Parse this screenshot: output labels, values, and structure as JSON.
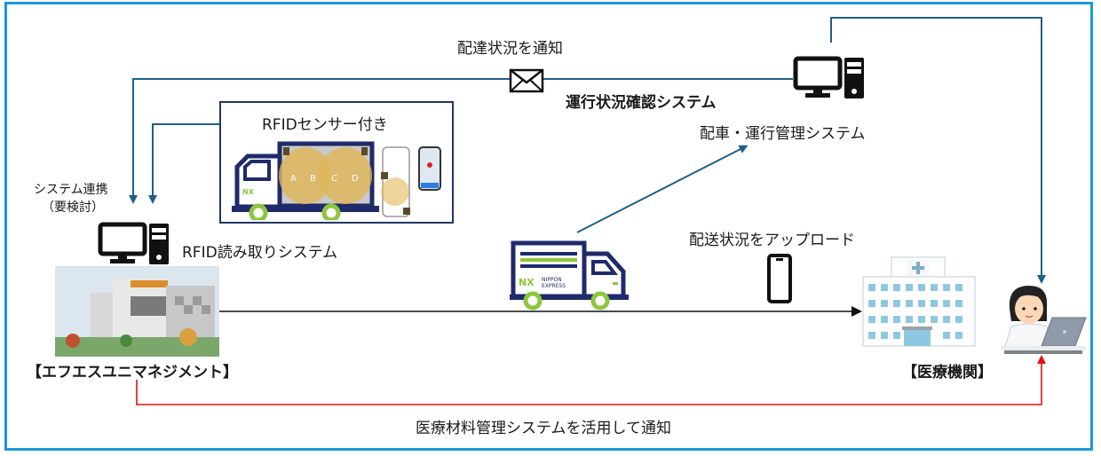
{
  "diagram": {
    "title_labels": {
      "delivery_notice": "配達状況を通知",
      "operation_status_system": "運行状況確認システム",
      "dispatch_system": "配車・運行管理システム",
      "rfid_sensor_box": "RFIDセンサー付き",
      "system_link_line1": "システム連携",
      "system_link_line2": "（要検討）",
      "rfid_reader_system": "RFID読み取りシステム",
      "upload_status": "配送状況をアップロード",
      "sender": "【エフエスユニマネジメント】",
      "receiver": "【医療機関】",
      "medical_material_notice": "医療材料管理システムを活用して通知"
    },
    "truck_brand": {
      "logo": "NX",
      "name_line1": "NIPPON",
      "name_line2": "EXPRESS"
    },
    "rfid_zones": [
      "A",
      "B",
      "C",
      "D"
    ],
    "icons": [
      "computer-icon",
      "envelope-icon",
      "smartphone-icon",
      "truck-icon",
      "hospital-icon",
      "doctor-icon",
      "building-photo"
    ],
    "colors": {
      "frame": "#1a9ad6",
      "system_arrows": "#1f5f8b",
      "delivery_arrow": "#111111",
      "notification_arrow": "#e01010",
      "truck_navy": "#1f2a6b",
      "truck_green": "#8cc63f"
    }
  }
}
